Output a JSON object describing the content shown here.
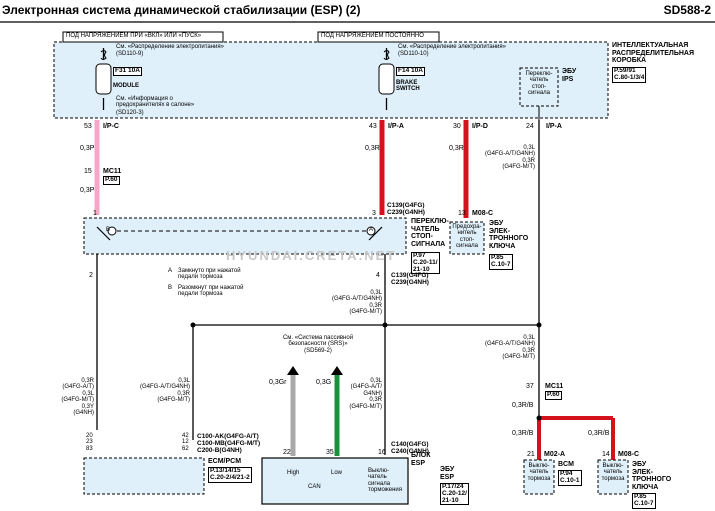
{
  "header": {
    "title": "Электронная система динамической стабилизации (ESP) (2)",
    "code": "SD588-2"
  },
  "top": {
    "power_ign": "ПОД НАПРЯЖЕНИЕМ ПРИ «ВКЛ» ИЛИ «ПУСК»",
    "power_const": "ПОД НАПРЯЖЕНИЕМ ПОСТОЯННО",
    "ref_power_1": "См. «Распределение электропитания»",
    "ref_power_1_code": "(SD110-9)",
    "ref_power_2": "См. «Распределение электропитания»",
    "ref_power_2_code": "(SD110-10)",
    "ref_info": "См. «Информация о\nпредохранителях в салоне»",
    "ref_info_code": "(SD120-3)",
    "fuse_f31_a": "F31 10A",
    "fuse_f31_b": "MODULE",
    "fuse_f14_a": "F14 10A",
    "fuse_f14_b": "BRAKE\nSWITCH",
    "relay_label": "Переклю-\nчатель\nстоп-\nсигнала",
    "ebu_ips": "ЭБУ\nIPS",
    "box_title": "ИНТЕЛЛЕКТУАЛЬНАЯ\nРАСПРЕДЕЛИТЕЛЬНАЯ\nКОРОБКА",
    "box_ref": "P.59/91\nC.80-1/3/4"
  },
  "pins": {
    "ipc_num": "53",
    "ipc": "I/P-C",
    "ipa_num": "43",
    "ipa": "I/P-A",
    "ipd_num": "30",
    "ipd": "I/P-D",
    "ipa2_num": "24",
    "ipa2": "I/P-A"
  },
  "wires": {
    "pink1": "0,3P",
    "pink2": "0,3P",
    "mc11_num": "15",
    "mc11": "MC11",
    "mc11_ref": "P.60",
    "red1": "0,3R",
    "red2": "0,3R",
    "right_spec": "0,3L\n(G4FG-A/T/G4NH)\n0,3R\n(G4FG-M/T)",
    "c139_num": "3",
    "c139": "C139(G4FG)\nC239(G4NH)",
    "pin1": "1",
    "m08c_num": "13",
    "m08c": "M08-C",
    "pin2": "2",
    "pin4": "4",
    "c139b": "C139(G4FG)\nC239(G4NH)",
    "mid_spec": "0,3L\n(G4FG-A/T/G4NH)\n0,3R\n(G4FG-M/T)",
    "right_spec2": "0,3L\n(G4FG-A/T/G4NH)\n0,3R\n(G4FG-M/T)",
    "left_spec": "0,3R\n(G4FG-A/T)\n0,3L\n(G4FG-M/T)\n0,3Y\n(G4NH)",
    "left_spec2": "0,3L\n(G4FG-A/T/G4NH)\n0,3R\n(G4FG-M/T)",
    "ecm_pins": "20\n23\n83",
    "c100_pins": "42\n12\n62",
    "c100": "C100-AK(G4FG-A/T)\nC100-MB(G4FG-M/T)\nC200-B(G4NH)",
    "srs_ref": "См. «Система пассивной\nбезопасности (SRS)»\n(SD569-2)",
    "gray_wire": "0,3Gr",
    "green_wire": "0,3G",
    "esp_spec": "0,3L\n(G4FG-A/T/\nG4NH)\n0,3R\n(G4FG-M/T)",
    "c140": "C140(G4FG)\nC240(G4NH)",
    "mc11b_num": "37",
    "mc11b": "MC11",
    "mc11b_ref": "P.60",
    "rb1": "0,3R/B",
    "rb2": "0,3R/B",
    "rb3": "0,3R/B",
    "m02a_num": "21",
    "m02a": "M02-A",
    "m08cb_num": "14",
    "m08cb": "M08-C",
    "esp_pin22": "22",
    "esp_pin35": "35",
    "esp_pin16": "16"
  },
  "components": {
    "brake_switch": "ПЕРЕКЛЮ-\nЧАТЕЛЬ\nСТОП-\nСИГНАЛА",
    "brake_switch_ref": "P.97\nC.20-11/\n21-10",
    "fuse_label": "Предохра-\nнитель\nстоп-\nсигнала",
    "ebu_key": "ЭБУ\nЭЛЕК-\nТРОННОГО\nКЛЮЧА",
    "ebu_key_ref": "P.85\nC.10-7",
    "note_a": "Замкнуто при нажатой\nпедали тормоза",
    "note_b": "Разомкнут при нажатой\nпедали тормоза",
    "ecm_label": "ECM/PCM",
    "ecm_ref": "P.13/14/15\nC.20-2/4/21-2",
    "esp_label": "ЭБУ\nESP",
    "esp_ref": "P.17/24\nC.20-12/\n21-10",
    "esp_high": "High",
    "esp_low": "Low",
    "esp_can": "CAN",
    "esp_switch": "Выклю-\nчатель\nсигнала\nторможения",
    "esp_block": "БЛОК\nESP",
    "bcm_switch": "Выклю-\nчатель\nтормоза",
    "bcm_label": "BCM",
    "bcm_ref": "P.94\nC.10-1",
    "key_switch": "Выклю-\nчатель\nтормоза",
    "ebu_key2": "ЭБУ\nЭЛЕК-\nТРОННОГО\nКЛЮЧА",
    "ebu_key2_ref": "P.85\nC.10-7"
  },
  "watermark": "HYUNDAI.CRETA.NET",
  "colors": {
    "pink": "#f7a6c8",
    "red": "#d5121b",
    "gray": "#a9a9a9",
    "green": "#17943a",
    "box_fill": "#dff0fa"
  }
}
